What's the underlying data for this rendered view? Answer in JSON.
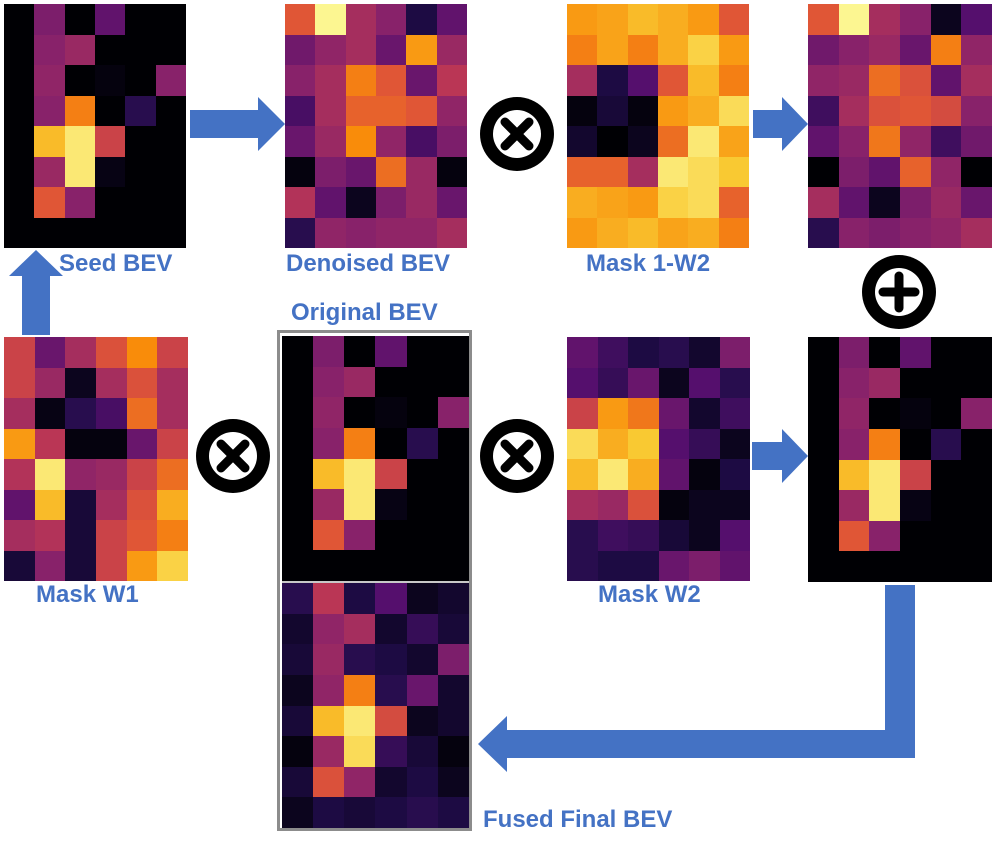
{
  "labels": {
    "seed_bev": "Seed BEV",
    "denoised_bev": "Denoised BEV",
    "mask_1_w2": "Mask 1-W2",
    "original_bev": "Original BEV",
    "mask_w1": "Mask W1",
    "mask_w2": "Mask W2",
    "fused_final_bev": "Fused Final BEV"
  },
  "operators": {
    "multiply": "⊗",
    "add": "⊕"
  },
  "colors": {
    "label": "#4472c4",
    "arrow": "#4472c4",
    "frame": "#8c8c8c"
  },
  "colormap": "inferno",
  "heatmaps": {
    "seed_bev": [
      [
        0.0,
        0.35,
        0.0,
        0.28,
        0.0,
        0.0
      ],
      [
        0.0,
        0.38,
        0.42,
        0.0,
        0.0,
        0.0
      ],
      [
        0.0,
        0.4,
        0.0,
        0.02,
        0.0,
        0.38
      ],
      [
        0.0,
        0.38,
        0.72,
        0.0,
        0.15,
        0.0
      ],
      [
        0.0,
        0.85,
        0.95,
        0.55,
        0.0,
        0.0
      ],
      [
        0.0,
        0.42,
        0.95,
        0.03,
        0.0,
        0.0
      ],
      [
        0.0,
        0.62,
        0.38,
        0.0,
        0.0,
        0.0
      ],
      [
        0.0,
        0.0,
        0.0,
        0.0,
        0.0,
        0.0
      ]
    ],
    "denoised_bev": [
      [
        0.62,
        0.98,
        0.45,
        0.38,
        0.12,
        0.28
      ],
      [
        0.32,
        0.4,
        0.45,
        0.3,
        0.78,
        0.42
      ],
      [
        0.38,
        0.45,
        0.72,
        0.62,
        0.3,
        0.5
      ],
      [
        0.22,
        0.45,
        0.65,
        0.65,
        0.62,
        0.4
      ],
      [
        0.3,
        0.42,
        0.75,
        0.4,
        0.22,
        0.35
      ],
      [
        0.02,
        0.35,
        0.3,
        0.68,
        0.42,
        0.02
      ],
      [
        0.48,
        0.28,
        0.05,
        0.35,
        0.42,
        0.3
      ],
      [
        0.15,
        0.4,
        0.38,
        0.4,
        0.4,
        0.45
      ]
    ],
    "mask_1_w2": [
      [
        0.78,
        0.8,
        0.85,
        0.82,
        0.78,
        0.62
      ],
      [
        0.72,
        0.8,
        0.72,
        0.82,
        0.9,
        0.78
      ],
      [
        0.45,
        0.12,
        0.25,
        0.62,
        0.85,
        0.72
      ],
      [
        0.02,
        0.1,
        0.02,
        0.78,
        0.82,
        0.92
      ],
      [
        0.08,
        0.0,
        0.05,
        0.68,
        0.95,
        0.8
      ],
      [
        0.65,
        0.65,
        0.45,
        0.95,
        0.92,
        0.88
      ],
      [
        0.82,
        0.8,
        0.78,
        0.9,
        0.92,
        0.65
      ],
      [
        0.78,
        0.82,
        0.85,
        0.8,
        0.82,
        0.72
      ]
    ],
    "top_right_result": [
      [
        0.62,
        0.98,
        0.45,
        0.38,
        0.05,
        0.25
      ],
      [
        0.32,
        0.38,
        0.42,
        0.3,
        0.72,
        0.4
      ],
      [
        0.4,
        0.42,
        0.68,
        0.6,
        0.28,
        0.45
      ],
      [
        0.2,
        0.45,
        0.6,
        0.62,
        0.58,
        0.38
      ],
      [
        0.28,
        0.38,
        0.7,
        0.4,
        0.2,
        0.32
      ],
      [
        0.0,
        0.35,
        0.28,
        0.65,
        0.4,
        0.0
      ],
      [
        0.45,
        0.28,
        0.05,
        0.35,
        0.42,
        0.3
      ],
      [
        0.15,
        0.38,
        0.35,
        0.38,
        0.4,
        0.45
      ]
    ],
    "mask_w1": [
      [
        0.55,
        0.3,
        0.45,
        0.6,
        0.75,
        0.55
      ],
      [
        0.55,
        0.42,
        0.05,
        0.45,
        0.6,
        0.45
      ],
      [
        0.45,
        0.03,
        0.15,
        0.22,
        0.68,
        0.45
      ],
      [
        0.78,
        0.5,
        0.02,
        0.02,
        0.3,
        0.55
      ],
      [
        0.48,
        0.95,
        0.4,
        0.42,
        0.55,
        0.68
      ],
      [
        0.28,
        0.85,
        0.1,
        0.45,
        0.6,
        0.82
      ],
      [
        0.45,
        0.48,
        0.1,
        0.55,
        0.62,
        0.72
      ],
      [
        0.1,
        0.38,
        0.1,
        0.55,
        0.78,
        0.9
      ]
    ],
    "original_bev": [
      [
        0.0,
        0.35,
        0.0,
        0.28,
        0.0,
        0.0
      ],
      [
        0.0,
        0.38,
        0.42,
        0.0,
        0.0,
        0.0
      ],
      [
        0.0,
        0.4,
        0.0,
        0.02,
        0.0,
        0.38
      ],
      [
        0.0,
        0.38,
        0.72,
        0.0,
        0.15,
        0.0
      ],
      [
        0.0,
        0.85,
        0.95,
        0.55,
        0.0,
        0.0
      ],
      [
        0.0,
        0.42,
        0.95,
        0.03,
        0.0,
        0.0
      ],
      [
        0.0,
        0.62,
        0.38,
        0.0,
        0.0,
        0.0
      ],
      [
        0.0,
        0.0,
        0.0,
        0.0,
        0.0,
        0.0
      ]
    ],
    "mask_w2": [
      [
        0.28,
        0.2,
        0.12,
        0.15,
        0.08,
        0.35
      ],
      [
        0.25,
        0.18,
        0.3,
        0.05,
        0.25,
        0.15
      ],
      [
        0.55,
        0.78,
        0.7,
        0.3,
        0.08,
        0.2
      ],
      [
        0.92,
        0.82,
        0.88,
        0.25,
        0.18,
        0.05
      ],
      [
        0.85,
        0.95,
        0.82,
        0.28,
        0.02,
        0.12
      ],
      [
        0.45,
        0.42,
        0.6,
        0.02,
        0.05,
        0.05
      ],
      [
        0.15,
        0.2,
        0.18,
        0.1,
        0.05,
        0.25
      ],
      [
        0.15,
        0.12,
        0.12,
        0.3,
        0.35,
        0.28
      ]
    ],
    "bottom_right_result": [
      [
        0.0,
        0.35,
        0.0,
        0.28,
        0.0,
        0.0
      ],
      [
        0.0,
        0.38,
        0.42,
        0.0,
        0.0,
        0.0
      ],
      [
        0.0,
        0.4,
        0.0,
        0.02,
        0.0,
        0.38
      ],
      [
        0.0,
        0.38,
        0.72,
        0.0,
        0.15,
        0.0
      ],
      [
        0.0,
        0.85,
        0.95,
        0.55,
        0.0,
        0.0
      ],
      [
        0.0,
        0.42,
        0.95,
        0.03,
        0.0,
        0.0
      ],
      [
        0.0,
        0.62,
        0.38,
        0.0,
        0.0,
        0.0
      ],
      [
        0.0,
        0.0,
        0.0,
        0.0,
        0.0,
        0.0
      ]
    ],
    "fused_final_bev": [
      [
        0.15,
        0.5,
        0.12,
        0.25,
        0.05,
        0.08
      ],
      [
        0.08,
        0.4,
        0.45,
        0.08,
        0.18,
        0.1
      ],
      [
        0.1,
        0.42,
        0.15,
        0.12,
        0.08,
        0.35
      ],
      [
        0.05,
        0.4,
        0.72,
        0.15,
        0.3,
        0.08
      ],
      [
        0.1,
        0.85,
        0.95,
        0.58,
        0.05,
        0.08
      ],
      [
        0.02,
        0.42,
        0.92,
        0.18,
        0.1,
        0.02
      ],
      [
        0.1,
        0.6,
        0.4,
        0.08,
        0.12,
        0.05
      ],
      [
        0.05,
        0.12,
        0.1,
        0.12,
        0.15,
        0.12
      ]
    ]
  }
}
